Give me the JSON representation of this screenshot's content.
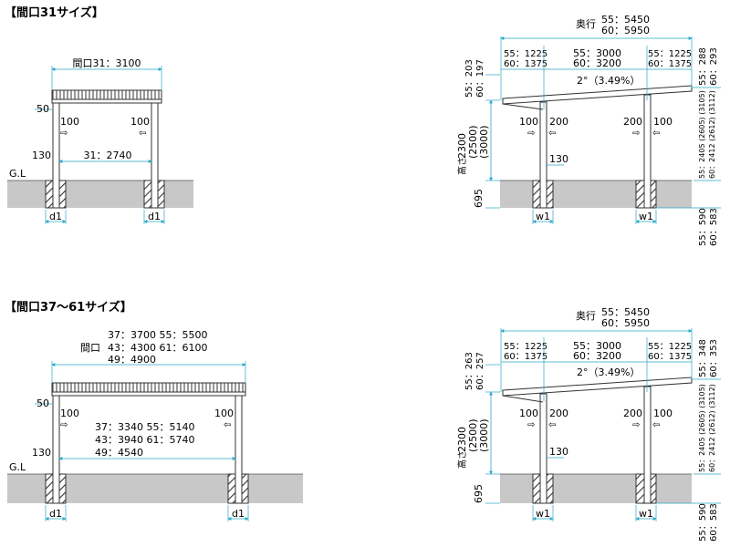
{
  "colors": {
    "dimension_line": "#2aa8c8",
    "ground": "#c8c8c8",
    "structure": "#444444",
    "hatch": "#333333"
  },
  "section_1": {
    "title": "【間口31サイズ】",
    "front": {
      "width_label": "間口31：3100",
      "inner_span": "31：2740",
      "eave_height": "50",
      "post_offset": "130",
      "post_width_left": "100",
      "post_width_right": "100",
      "ground_label": "G.L",
      "footing_left": "d1",
      "footing_right": "d1"
    },
    "side": {
      "depth_title": "奥行",
      "depth_line1": "55：5450",
      "depth_line2": "60：5950",
      "span_left_1": "55：1225",
      "span_left_2": "60：1375",
      "span_mid_1": "55：3000",
      "span_mid_2": "60：3200",
      "span_right_1": "55：1225",
      "span_right_2": "60：1375",
      "slope": "2°（3.49%）",
      "left_top_1": "55：203",
      "left_top_2": "60：197",
      "height_1": "2300",
      "height_2": "(2500)",
      "height_3": "(3000)",
      "height_word": "高さ",
      "below_gl": "695",
      "right_top_1": "55：288",
      "right_top_2": "60：293",
      "right_height_1": "55：2405 (2605) (3105)",
      "right_height_2": "60：2412 (2612) (3112)",
      "right_bottom_1": "55：590",
      "right_bottom_2": "60：583",
      "post1_left": "100",
      "post1_right": "200",
      "post2_left": "200",
      "post2_right": "100",
      "post_offset": "130",
      "footing_left": "w1",
      "footing_right": "w1"
    }
  },
  "section_2": {
    "title": "【間口37～61サイズ】",
    "front": {
      "width_row1": "37：3700  55：5500",
      "width_row2_prefix": "間口",
      "width_row2": "43：4300  61：6100",
      "width_row3": "49：4900",
      "inner_row1": "37：3340  55：5140",
      "inner_row2": "43：3940  61：5740",
      "inner_row3": "49：4540",
      "eave_height": "50",
      "post_offset": "130",
      "post_width_left": "100",
      "post_width_right": "100",
      "ground_label": "G.L",
      "footing_left": "d1",
      "footing_right": "d1"
    },
    "side": {
      "depth_title": "奥行",
      "depth_line1": "55：5450",
      "depth_line2": "60：5950",
      "span_left_1": "55：1225",
      "span_left_2": "60：1375",
      "span_mid_1": "55：3000",
      "span_mid_2": "60：3200",
      "span_right_1": "55：1225",
      "span_right_2": "60：1375",
      "slope": "2°（3.49%）",
      "left_top_1": "55：263",
      "left_top_2": "60：257",
      "height_1": "2300",
      "height_2": "(2500)",
      "height_3": "(3000)",
      "height_word": "高さ",
      "below_gl": "695",
      "right_top_1": "55：348",
      "right_top_2": "60：353",
      "right_height_1": "55：2405 (2605) (3105)",
      "right_height_2": "60：2412 (2612) (3112)",
      "right_bottom_1": "55：590",
      "right_bottom_2": "60：583",
      "post1_left": "100",
      "post1_right": "200",
      "post2_left": "200",
      "post2_right": "100",
      "post_offset": "130",
      "footing_left": "w1",
      "footing_right": "w1"
    }
  }
}
